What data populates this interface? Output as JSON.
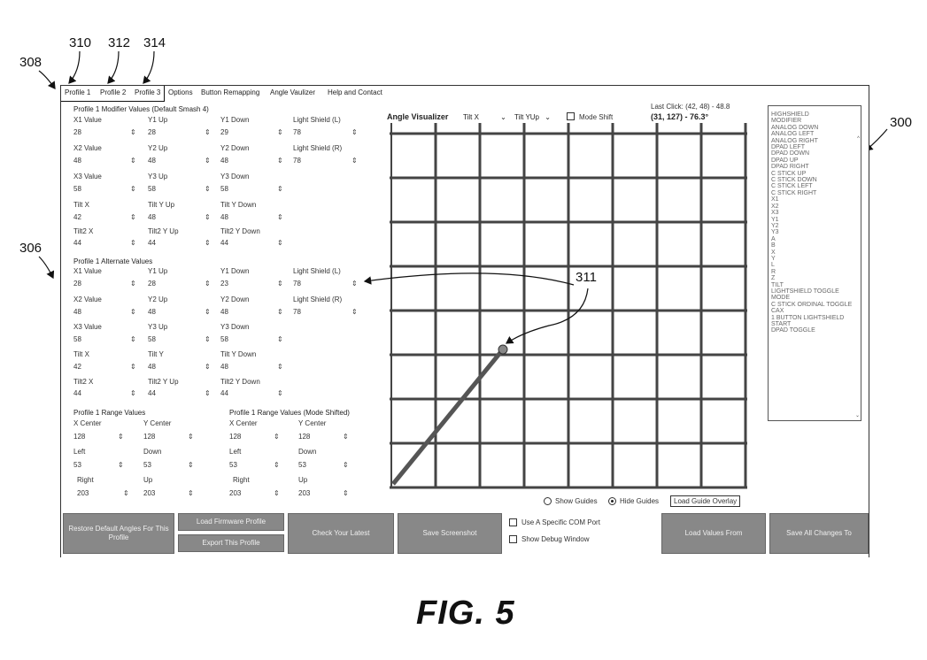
{
  "refs": {
    "r308": "308",
    "r310": "310",
    "r312": "312",
    "r314": "314",
    "r300": "300",
    "r306": "306",
    "r311": "311"
  },
  "figure_label": "FIG. 5",
  "menu": {
    "profile1": "Profile 1",
    "profile2": "Profile 2",
    "profile3": "Profile 3",
    "options": "Options",
    "button_remapping": "Button Remapping",
    "angle_visualizer": "Angle Vaulizer",
    "help": "Help and Contact"
  },
  "modifier": {
    "title": "Profile 1 Modifier Values (Default Smash 4)",
    "labels": {
      "x1": "X1 Value",
      "y1up": "Y1 Up",
      "y1down": "Y1 Down",
      "lshield": "Light Shield (L)",
      "x2": "X2 Value",
      "y2up": "Y2 Up",
      "y2down": "Y2 Down",
      "rshield": "Light Shield (R)",
      "x3": "X3 Value",
      "y3up": "Y3 Up",
      "y3down": "Y3 Down",
      "tiltx": "Tilt X",
      "tiltyup": "Tilt Y Up",
      "tiltydown": "Tilt Y Down",
      "tilt2x": "Tilt2 X",
      "tilt2yup": "Tilt2 Y Up",
      "tilt2ydown": "Tilt2 Y Down"
    },
    "values": {
      "x1": "28",
      "y1up": "28",
      "y1down": "29",
      "lshield": "78",
      "x2": "48",
      "y2up": "48",
      "y2down": "48",
      "rshield": "78",
      "x3": "58",
      "y3up": "58",
      "y3down": "58",
      "tiltx": "42",
      "tiltyup": "48",
      "tiltydown": "48",
      "tilt2x": "44",
      "tilt2yup": "44",
      "tilt2ydown": "44"
    }
  },
  "alternate": {
    "title": "Profile 1 Alternate Values",
    "labels": {
      "x1": "X1 Value",
      "y1up": "Y1 Up",
      "y1down": "Y1 Down",
      "lshield": "Light Shield (L)",
      "x2": "X2 Value",
      "y2up": "Y2 Up",
      "y2down": "Y2 Down",
      "rshield": "Light Shield (R)",
      "x3": "X3 Value",
      "y3up": "Y3 Up",
      "y3down": "Y3 Down",
      "tiltx": "Tilt X",
      "tilty": "Tilt Y",
      "tiltydown": "Tilt Y Down",
      "tilt2x": "Tilt2 X",
      "tilt2yup": "Tilt2 Y Up",
      "tilt2ydown": "Tilt2 Y Down"
    },
    "values": {
      "x1": "28",
      "y1up": "28",
      "y1down": "23",
      "lshield": "78",
      "x2": "48",
      "y2up": "48",
      "y2down": "48",
      "rshield": "78",
      "x3": "58",
      "y3up": "58",
      "y3down": "58",
      "tiltx": "42",
      "tilty": "48",
      "tiltydown": "48",
      "tilt2x": "44",
      "tilt2yup": "44",
      "tilt2ydown": "44"
    }
  },
  "range": {
    "title": "Profile 1 Range Values",
    "title_shifted": "Profile 1 Range Values (Mode Shifted)",
    "labels": {
      "xcenter": "X Center",
      "ycenter": "Y Center",
      "left": "Left",
      "down": "Down",
      "right": "Right",
      "up": "Up"
    },
    "values": {
      "xcenter": "128",
      "ycenter": "128",
      "left": "53",
      "down": "53",
      "right": "203",
      "up": "203"
    },
    "values_shifted": {
      "xcenter": "128",
      "ycenter": "128",
      "left": "53",
      "down": "53",
      "right": "203",
      "up": "203"
    }
  },
  "visualizer": {
    "title": "Angle Visualizer",
    "tiltx_select": "Tilt X",
    "tilty_select": "Tilt YUp",
    "mode_shift_label": "Mode Shift",
    "last_click": "Last Click: (42, 48) - 48.8",
    "current": "(31, 127) - 76.3°",
    "show_guides": "Show Guides",
    "hide_guides": "Hide Guides",
    "load_overlay": "Load Guide Overlay",
    "guide_mode": "hide",
    "grid_color": "#444444",
    "line_color": "#555555"
  },
  "listbox": {
    "items": [
      "HIGHSHIELD",
      "MODIFIER",
      "ANALOG DOWN",
      "ANALOG LEFT",
      "ANALOG RIGHT",
      "DPAD LEFT",
      "DPAD DOWN",
      "DPAD UP",
      "DPAD RIGHT",
      "C STICK UP",
      "C STICK DOWN",
      "C STICK LEFT",
      "C STICK RIGHT",
      "X1",
      "X2",
      "X3",
      "Y1",
      "Y2",
      "Y3",
      "A",
      "B",
      "X",
      "Y",
      "L",
      "R",
      "Z",
      "TILT",
      "LIGHTSHIELD TOGGLE",
      "MODE",
      "C STICK ORDINAL TOGGLE",
      "CAX",
      "1 BUTTON LIGHTSHIELD",
      "START",
      "DPAD TOGGLE"
    ]
  },
  "buttons": {
    "restore": "Restore Default Angles For This Profile",
    "load_firmware": "Load Firmware Profile",
    "export": "Export This Profile",
    "check_latest": "Check Your Latest",
    "save_screenshot": "Save Screenshot",
    "use_com": "Use A Specific COM Port",
    "debug": "Show Debug Window",
    "load_values": "Load Values From",
    "save_all": "Save All Changes To"
  }
}
